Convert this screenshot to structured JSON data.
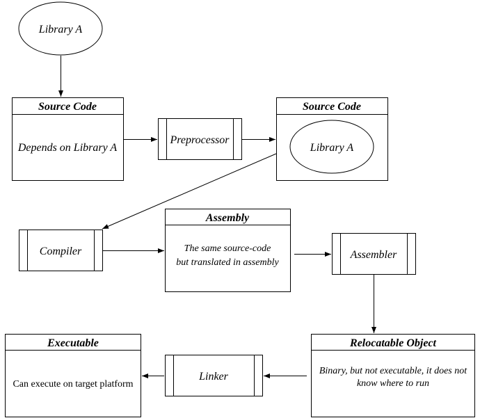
{
  "nodes": {
    "library_a_top": {
      "label": "Library A"
    },
    "source_code_1": {
      "title": "Source Code",
      "body": "Depends on Library A"
    },
    "preprocessor": {
      "label": "Preprocessor"
    },
    "source_code_2": {
      "title": "Source Code",
      "inner_label": "Library A"
    },
    "compiler": {
      "label": "Compiler"
    },
    "assembly": {
      "title": "Assembly",
      "body_line1": "The same source-code",
      "body_line2": "but translated in assembly"
    },
    "assembler": {
      "label": "Assembler"
    },
    "relocatable_object": {
      "title": "Relocatable Object",
      "body_line1": "Binary, but not executable, it does not",
      "body_line2": "know where to run"
    },
    "linker": {
      "label": "Linker"
    },
    "executable": {
      "title": "Executable",
      "body": "Can execute on target platform"
    }
  },
  "colors": {
    "stroke": "#000000",
    "fill": "#ffffff"
  }
}
